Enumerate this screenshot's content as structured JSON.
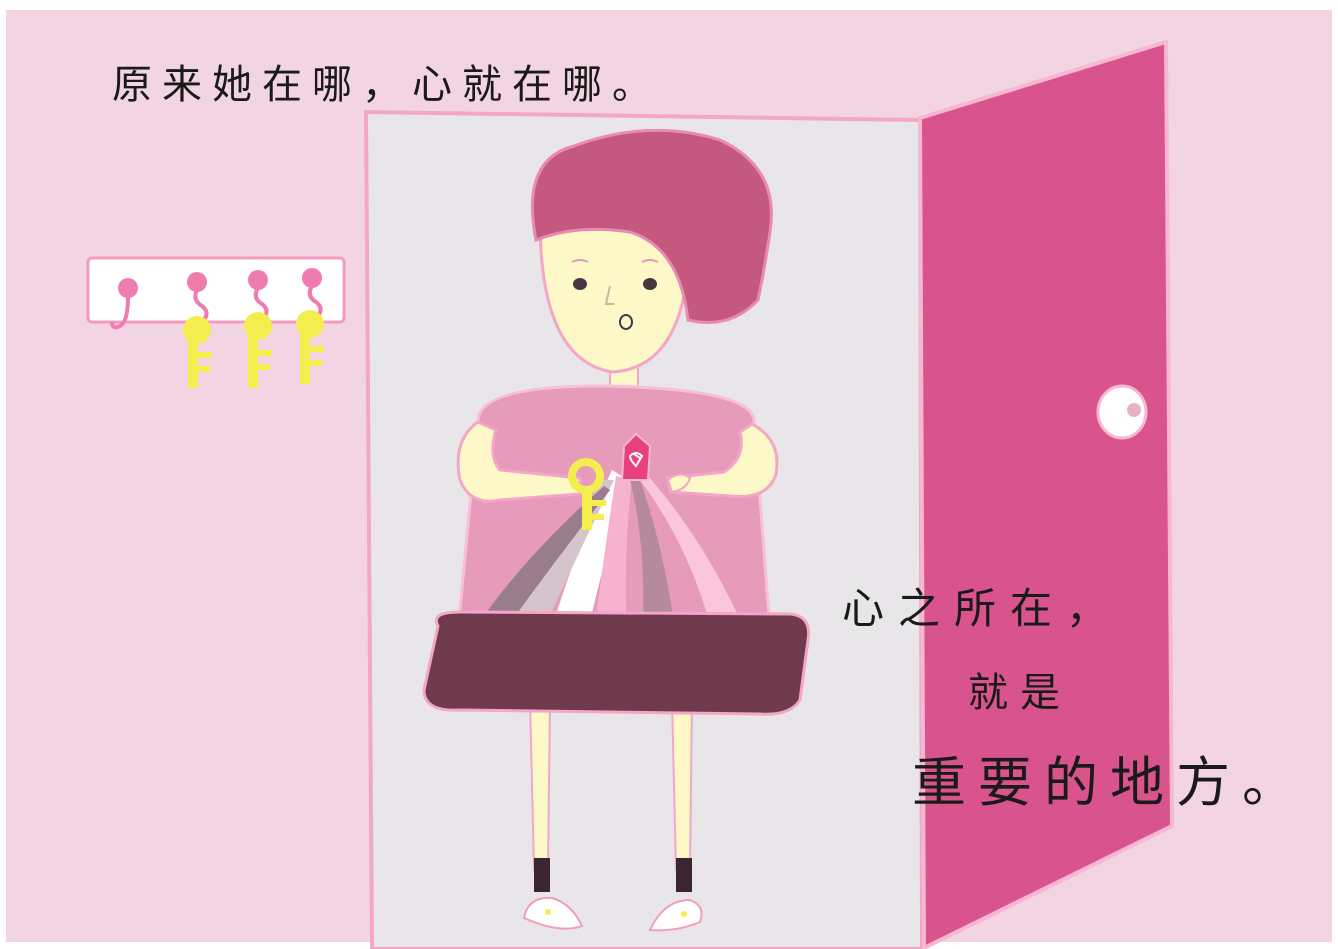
{
  "captions": {
    "top": "原来她在哪，心就在哪。",
    "right_line1": "心之所在，",
    "right_line2": "就是",
    "right_line3": "重要的地方。"
  },
  "colors": {
    "background": "#f3d4e3",
    "doorway": "#e9e6ea",
    "door": "#d9548d",
    "hair": "#c5587f",
    "skin": "#fdf8c8",
    "sweater": "#e69bba",
    "dark_band": "#6f3a4c",
    "key": "#f3ee4d"
  },
  "icons": [
    "key-rack-icon",
    "key-icon",
    "door-knob-icon",
    "heart-icon"
  ]
}
